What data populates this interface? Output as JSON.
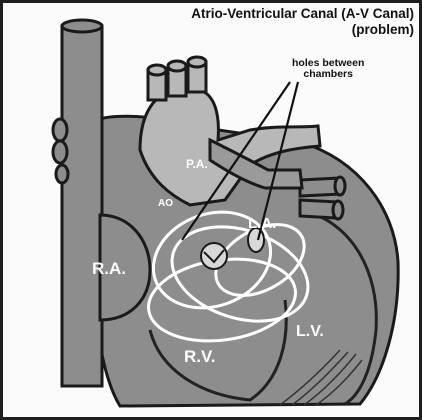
{
  "header": {
    "title_line1": "Atrio-Ventricular Canal (A-V Canal)",
    "title_line2": "(problem)"
  },
  "annotation": {
    "line1": "holes between",
    "line2": "chambers"
  },
  "labels": {
    "pa": "P.A.",
    "ao": "AO",
    "la": "L.A.",
    "ra": "R.A.",
    "rv": "R.V.",
    "lv": "L.V."
  }
}
